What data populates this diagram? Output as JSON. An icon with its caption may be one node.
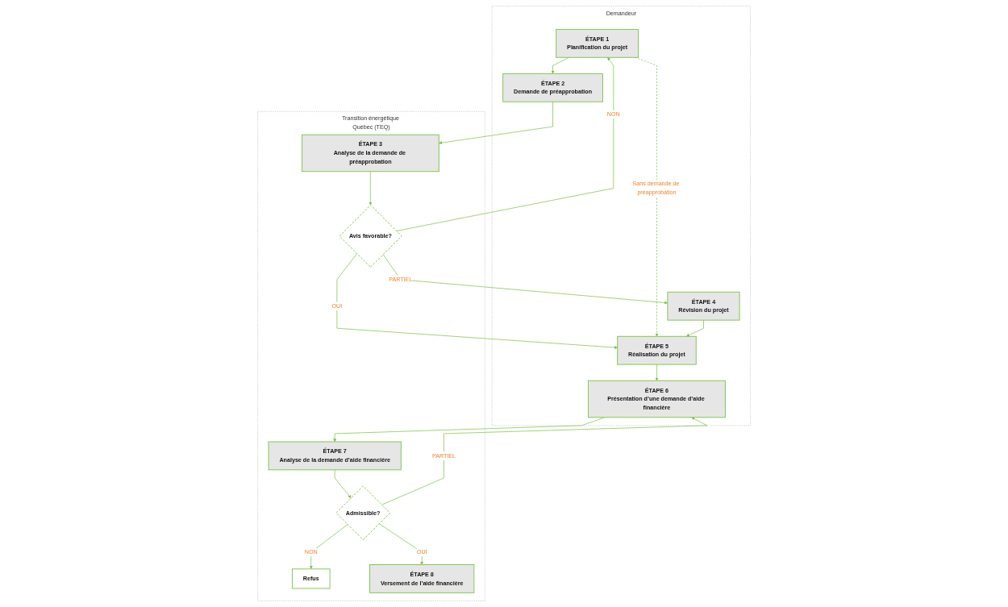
{
  "diagram": {
    "nodes": [
      {
        "text": [
          "Demandeur"
        ]
      },
      {
        "text": [
          "Transition énergétique Québec (TEQ)"
        ]
      },
      {
        "text": [
          "ÉTAPE 1",
          "Planification du projet"
        ],
        "in": 0
      },
      {
        "text": [
          "ÉTAPE 2",
          "Demande de préapprobation"
        ],
        "in": 0
      },
      {
        "text": [
          "ÉTAPE 3",
          "Analyse de la demande de préapprobation"
        ],
        "in": 1
      },
      {
        "text": [
          "Avis favorable?"
        ],
        "in": 1
      },
      {
        "text": [
          "ÉTAPE 4",
          "Révision du projet"
        ],
        "in": 0
      },
      {
        "text": [
          "ÉTAPE 5",
          "Réalisation du projet"
        ],
        "in": 0
      },
      {
        "text": [
          "ÉTAPE 6",
          "Présentation d’une demande d’aide financière"
        ],
        "in": 0
      },
      {
        "text": [
          "ÉTAPE 7",
          "Analyse de la demande d’aide financière"
        ],
        "in": 1
      },
      {
        "text": [
          "Admissible?"
        ],
        "in": 1
      },
      {
        "text": [
          "Refus"
        ],
        "in": 1
      },
      {
        "text": [
          "ÉTAPE 8",
          "Versement de l’aide financière"
        ],
        "in": 1
      }
    ],
    "edges": [
      {
        "from": 2,
        "to": 3,
        "arrow": "to"
      },
      {
        "from": 2,
        "to": 7,
        "arrow": "to",
        "label": "Sans demande de préapprobation",
        "style": "dashed"
      },
      {
        "from": 3,
        "to": 4,
        "arrow": "to"
      },
      {
        "from": 4,
        "to": 5,
        "arrow": "to"
      },
      {
        "from": 5,
        "to": 2,
        "arrow": "to",
        "label": "NON"
      },
      {
        "from": 5,
        "to": 7,
        "arrow": "to",
        "label": "OUI"
      },
      {
        "from": 5,
        "to": 6,
        "arrow": "to",
        "label": "PARTIEL"
      },
      {
        "from": 6,
        "to": 7,
        "arrow": "to"
      },
      {
        "from": 7,
        "to": 8,
        "arrow": "to"
      },
      {
        "from": 8,
        "to": 9,
        "arrow": "to"
      },
      {
        "from": 9,
        "to": 10,
        "arrow": "to"
      },
      {
        "from": 10,
        "to": 8,
        "arrow": "to",
        "label": "PARTIEL"
      },
      {
        "from": 10,
        "to": 11,
        "arrow": "to",
        "label": "NON"
      },
      {
        "from": 10,
        "to": 12,
        "arrow": "to",
        "label": "OUI"
      }
    ]
  }
}
